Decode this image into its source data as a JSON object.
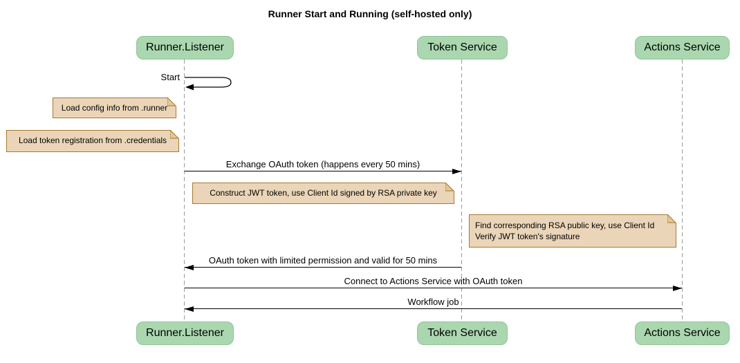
{
  "diagram": {
    "title": "Runner Start and Running (self-hosted only)",
    "participants": [
      {
        "name": "Runner.Listener"
      },
      {
        "name": "Token Service"
      },
      {
        "name": "Actions Service"
      }
    ],
    "messages": [
      {
        "label": "Start",
        "from": "Runner.Listener",
        "to": "Runner.Listener",
        "type": "self"
      },
      {
        "label": "Exchange OAuth token (happens every 50 mins)",
        "from": "Runner.Listener",
        "to": "Token Service",
        "type": "solid-arrow"
      },
      {
        "label": "OAuth token with limited permission and valid for 50 mins",
        "from": "Token Service",
        "to": "Runner.Listener",
        "type": "solid-arrow"
      },
      {
        "label": "Connect to Actions Service with OAuth token",
        "from": "Runner.Listener",
        "to": "Actions Service",
        "type": "solid-arrow"
      },
      {
        "label": "Workflow job",
        "from": "Actions Service",
        "to": "Runner.Listener",
        "type": "solid-arrow"
      }
    ],
    "notes": [
      {
        "text": "Load config info from .runner",
        "position": "left of Runner.Listener"
      },
      {
        "text": "Load token registration from .credentials",
        "position": "left of Runner.Listener"
      },
      {
        "text": "Construct JWT token, use Client Id signed by RSA private key",
        "position": "right of Runner.Listener"
      },
      {
        "line1": "Find corresponding RSA public key, use Client Id",
        "line2": "Verify JWT token's signature",
        "position": "left of Actions Service"
      }
    ],
    "colors": {
      "actor_fill": "#aad7af",
      "actor_border": "#8fc494",
      "note_fill": "#ebd5b8",
      "note_border": "#a5782d",
      "lifeline": "#9a9a9a",
      "arrow": "#000000"
    }
  }
}
